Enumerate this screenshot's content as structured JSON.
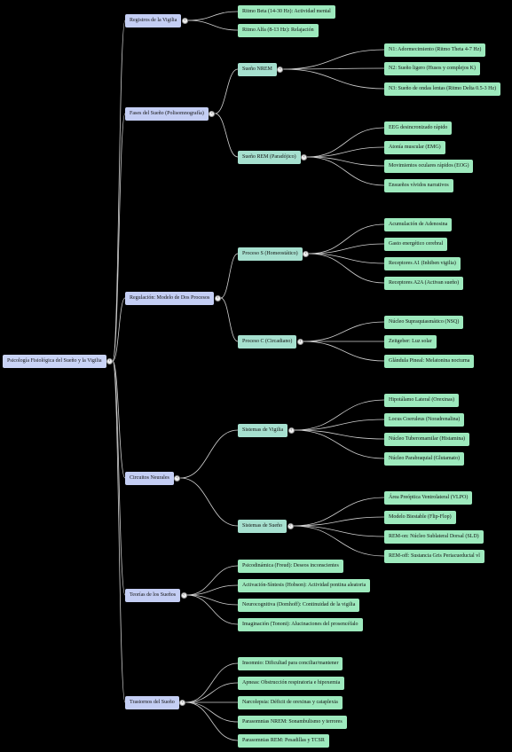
{
  "mindmap": {
    "root": {
      "label": "Psicología Fisiológica del Sueño y la Vigilia",
      "children": [
        {
          "label": "Registros de la Vigilia",
          "children": [
            {
              "label": "Ritmo Beta (14-30 Hz): Actividad mental"
            },
            {
              "label": "Ritmo Alfa (8-13 Hz): Relajación"
            }
          ]
        },
        {
          "label": "Fases del Sueño (Polisomnografía)",
          "children": [
            {
              "label": "Sueño NREM",
              "children": [
                {
                  "label": "N1: Adormecimiento (Ritmo Theta 4-7 Hz)"
                },
                {
                  "label": "N2: Sueño ligero (Husos y complejos K)"
                },
                {
                  "label": "N3: Sueño de ondas lentas (Ritmo Delta 0.5-3 Hz)"
                }
              ]
            },
            {
              "label": "Sueño REM (Paradójico)",
              "children": [
                {
                  "label": "EEG desincronizado rápido"
                },
                {
                  "label": "Atonía muscular (EMG)"
                },
                {
                  "label": "Movimientos oculares rápidos (EOG)"
                },
                {
                  "label": "Ensueños vívidos narrativos"
                }
              ]
            }
          ]
        },
        {
          "label": "Regulación: Modelo de Dos Procesos",
          "children": [
            {
              "label": "Proceso S (Homeostático)",
              "children": [
                {
                  "label": "Acumulación de Adenosina"
                },
                {
                  "label": "Gasto energético cerebral"
                },
                {
                  "label": "Receptores A1 (Inhiben vigilia)"
                },
                {
                  "label": "Receptores A2A (Activan sueño)"
                }
              ]
            },
            {
              "label": "Proceso C (Circadiano)",
              "children": [
                {
                  "label": "Núcleo Supraquiasmático (NSQ)"
                },
                {
                  "label": "Zeitgeber: Luz solar"
                },
                {
                  "label": "Glándula Pineal: Melatonina nocturna"
                }
              ]
            }
          ]
        },
        {
          "label": "Circuitos Neurales",
          "children": [
            {
              "label": "Sistemas de Vigilia",
              "children": [
                {
                  "label": "Hipotálamo Lateral (Orexinas)"
                },
                {
                  "label": "Locus Coeruleus (Noradrenalina)"
                },
                {
                  "label": "Núcleo Tuberomamilar (Histamina)"
                },
                {
                  "label": "Núcleo Parabraquial (Glutamato)"
                }
              ]
            },
            {
              "label": "Sistemas de Sueño",
              "children": [
                {
                  "label": "Área Preóptica Ventrolateral (VLPO)"
                },
                {
                  "label": "Modelo Biestable (Flip-Flop)"
                },
                {
                  "label": "REM-on: Núcleo Sublateral Dorsal (SLD)"
                },
                {
                  "label": "REM-off: Sustancia Gris Periacueductal vl"
                }
              ]
            }
          ]
        },
        {
          "label": "Teorías de los Sueños",
          "children": [
            {
              "label": "Psicodinámica (Freud): Deseos inconscientes"
            },
            {
              "label": "Activación-Síntesis (Hobson): Actividad pontina aleatoria"
            },
            {
              "label": "Neurocognitiva (Domhoff): Continuidad de la vigilia"
            },
            {
              "label": "Imaginación (Tononi): Alucinaciones del prosencéfalo"
            }
          ]
        },
        {
          "label": "Trastornos del Sueño",
          "children": [
            {
              "label": "Insomnio: Dificultad para conciliar/mantener"
            },
            {
              "label": "Apneas: Obstrucción respiratoria e hipoxemia"
            },
            {
              "label": "Narcolepsia: Déficit de orexinas y cataplexia"
            },
            {
              "label": "Parasomnias NREM: Sonambulismo y terrores"
            },
            {
              "label": "Parasomnias REM: Pesadillas y TCSR"
            }
          ]
        }
      ]
    },
    "colors": {
      "background": "#000000",
      "root": "#c9d3f6",
      "level1": "#c4cef4",
      "level2": "#a6e0cf",
      "leaf": "#9de9bd",
      "connector": "#cfcfcf"
    }
  }
}
